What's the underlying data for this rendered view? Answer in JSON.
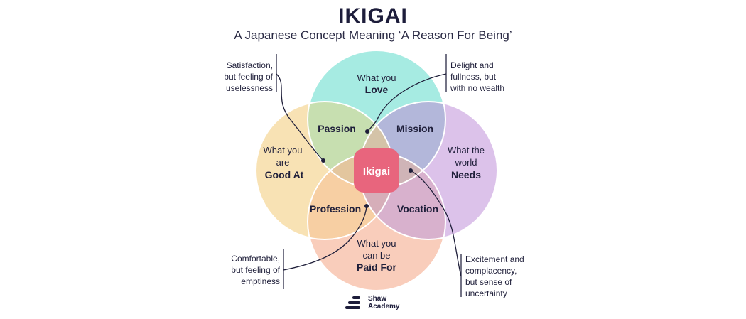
{
  "header": {
    "title": "IKIGAI",
    "subtitle": "A Japanese Concept Meaning ‘A Reason For Being’"
  },
  "circles": {
    "love": {
      "line1": "What you",
      "line2": "Love",
      "color": "#a6ebe2"
    },
    "good_at": {
      "line1": "What you",
      "line2": "are",
      "line3": "Good At",
      "color": "#f8e2b4"
    },
    "needs": {
      "line1": "What the",
      "line2": "world",
      "line3": "Needs",
      "color": "#dcc2ea"
    },
    "paid_for": {
      "line1": "What you",
      "line2": "can be",
      "line3": "Paid For",
      "color": "#f9cdbb"
    }
  },
  "overlaps": {
    "passion": "Passion",
    "mission": "Mission",
    "profession": "Profession",
    "vocation": "Vocation",
    "center": "Ikigai",
    "center_color": "#e8657d"
  },
  "notes": {
    "top_left": [
      "Satisfaction,",
      "but feeling of",
      "uselessness"
    ],
    "top_right": [
      "Delight and",
      "fullness, but",
      "with no wealth"
    ],
    "bottom_left": [
      "Comfortable,",
      "but feeling of",
      "emptiness"
    ],
    "bottom_right": [
      "Excitement and",
      "complacency,",
      "but sense of",
      "uncertainty"
    ]
  },
  "brand": {
    "line1": "Shaw",
    "line2": "Academy"
  }
}
